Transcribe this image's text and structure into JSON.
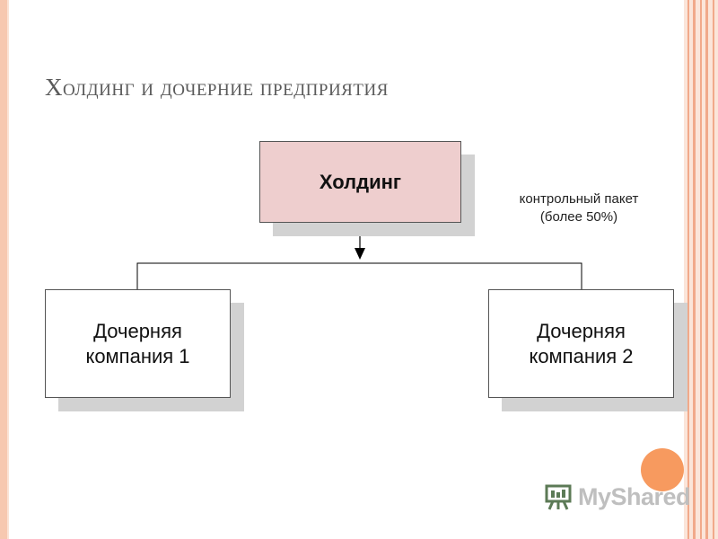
{
  "title": "Холдинг и дочерние предприятия",
  "holding": {
    "label": "Холдинг"
  },
  "arrow_note": "контрольный пакет\n(более 50%)",
  "subsidiaries": [
    {
      "label": "Дочерняя\nкомпания 1"
    },
    {
      "label": "Дочерняя\nкомпания 2"
    }
  ],
  "logo": {
    "text": "MyShared",
    "icon": "presentation-screen-icon"
  },
  "colors": {
    "holding_fill": "#eecece",
    "accent_orange": "#f79a5f",
    "stripe": "#f1a98a",
    "title_text": "#5a5a5a"
  }
}
